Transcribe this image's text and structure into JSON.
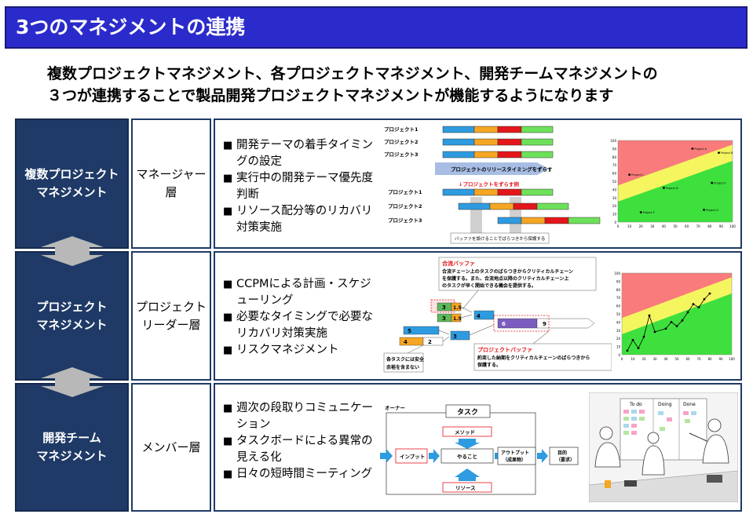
{
  "title": "3つのマネジメントの連携",
  "headline": {
    "line1": "複数プロジェクトマネジメント、各プロジェクトマネジメント、開発チームマネジメントの",
    "line2": "３つが連携することで製品開発プロジェクトマネジメントが機能するようになります"
  },
  "rows": [
    {
      "level": [
        "複数プロジェクト",
        "マネジメント"
      ],
      "role": [
        "マネージャー",
        "層"
      ],
      "bullets": [
        "開発テーマの着手タイミングの設定",
        "実行中の開発テーマ優先度判断",
        "リソース配分等のリカバリ対策実施"
      ]
    },
    {
      "level": [
        "プロジェクト",
        "マネジメント"
      ],
      "role": [
        "プロジェクト",
        "リーダー層"
      ],
      "bullets": [
        "CCPMによる計画・スケジューリング",
        "必要なタイミングで必要なリカバリ対策実施",
        "リスクマネジメント"
      ]
    },
    {
      "level": [
        "開発チーム",
        "マネジメント"
      ],
      "role": [
        "メンバー層"
      ],
      "bullets": [
        "週次の段取りコミュニケーション",
        "タスクボードによる異常の見える化",
        "日々の短時間ミーティング"
      ]
    }
  ],
  "gantt": {
    "p1": "プロジェクト1",
    "p2": "プロジェクト2",
    "p3": "プロジェクト3",
    "shift_label": "プロジェクトのリリースタイミングをずらす",
    "shift_red": "↓プロジェクトをずらす例",
    "buffer_note": "バッファを設けることでばらつきから保護する"
  },
  "ccpm": {
    "merge_title": "合流バッファ",
    "merge_text1": "合流チェーン上のタスクのばらつきからクリティカルチェーン",
    "merge_text2": "を保護する。また、合流地点以降のクリティカルチェーン上",
    "merge_text3": "のタスクが早く開始できる機会を提供する。",
    "proj_title": "プロジェクトバッファ",
    "proj_text1": "約束した納期をクリティカルチェーンのばらつきから",
    "proj_text2": "保護する。",
    "task_note1": "各タスクには安全",
    "task_note2": "余裕を含まない",
    "blocks": [
      "3",
      "1.5",
      "3",
      "1.5",
      "5",
      "4",
      "2",
      "4",
      "3",
      "6",
      "9"
    ]
  },
  "taskflow": {
    "owner": "オーナー",
    "task": "タスク",
    "method": "メソッド",
    "input": "インプット",
    "todo": "やること",
    "output1": "アウトプット",
    "output2": "（成果物）",
    "goal1": "目的",
    "goal2": "（要求）",
    "resource": "リソース"
  },
  "board": {
    "col1": "To do",
    "col2": "Doing",
    "col3": "Done"
  },
  "chart_top": {
    "points": [
      "Project A",
      "Project B",
      "Project C",
      "Project D",
      "Project E",
      "Project F",
      "Project G"
    ],
    "x_ticks": [
      "0",
      "10",
      "20",
      "30",
      "40",
      "50",
      "60",
      "70",
      "80",
      "90",
      "100"
    ],
    "y_ticks": [
      "0",
      "10",
      "20",
      "30",
      "40",
      "50",
      "60",
      "70",
      "80",
      "90",
      "100"
    ]
  },
  "chart_mid": {
    "x_ticks": [
      "0",
      "10",
      "20",
      "30",
      "40",
      "50",
      "60",
      "70",
      "80",
      "90",
      "100"
    ],
    "y_ticks": [
      "0",
      "10",
      "20",
      "30",
      "40",
      "50",
      "60",
      "70",
      "80",
      "90",
      "100"
    ]
  }
}
